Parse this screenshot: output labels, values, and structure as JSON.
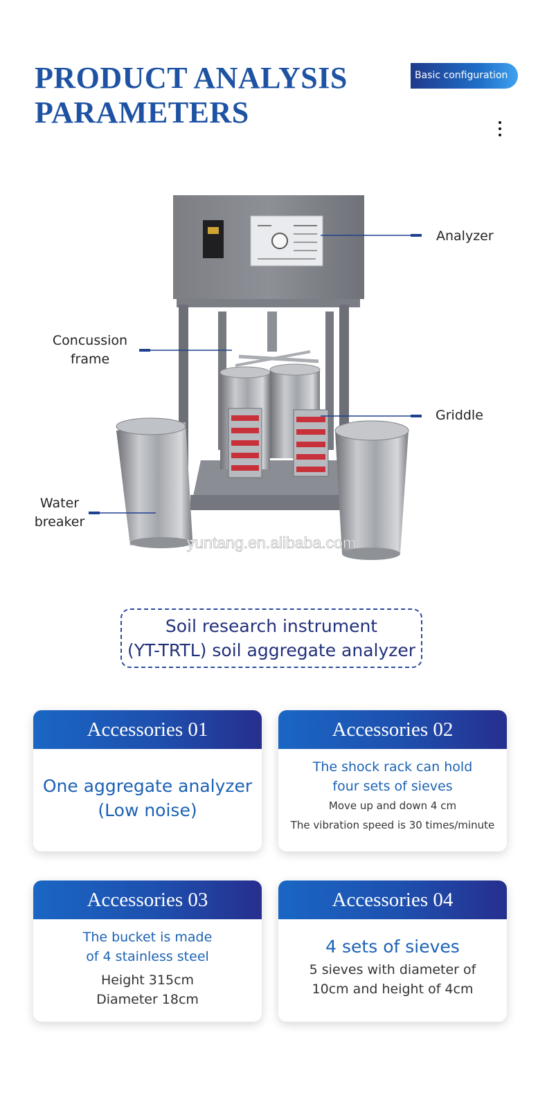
{
  "header": {
    "title_line1": "PRODUCT ANALYSIS",
    "title_line2": "PARAMETERS",
    "badge": "Basic configuration",
    "menu_icon": "vertical-dots-icon"
  },
  "diagram": {
    "labels": {
      "analyzer": "Analyzer",
      "concussion_line1": "Concussion",
      "concussion_line2": "frame",
      "griddle": "Griddle",
      "water_line1": "Water",
      "water_line2": "breaker"
    },
    "watermark": "yuntang.en.alibaba.com"
  },
  "product": {
    "line1": "Soil research instrument",
    "line2": "(YT-TRTL) soil aggregate analyzer"
  },
  "accessories": [
    {
      "title": "Accessories 01",
      "main1": "One aggregate analyzer",
      "main2": "(Low noise)"
    },
    {
      "title": "Accessories 02",
      "main1": "The shock rack can hold",
      "main2": "four sets of sieves",
      "sub1": "Move up and down 4 cm",
      "sub2": "The vibration speed is 30 times/minute"
    },
    {
      "title": "Accessories 03",
      "main1": "The bucket is made",
      "main2": "of 4 stainless steel",
      "sub1": "Height 315cm",
      "sub2": "Diameter 18cm"
    },
    {
      "title": "Accessories 04",
      "main1": "4 sets of sieves",
      "sub1": "5 sieves with diameter of",
      "sub2": "10cm and height of 4cm"
    }
  ],
  "colors": {
    "title_blue": "#1e53a3",
    "card_header_start": "#1a66c4",
    "card_header_end": "#262f8e",
    "accent_text": "#1b62b4",
    "dash_border": "#2a4b9b"
  }
}
